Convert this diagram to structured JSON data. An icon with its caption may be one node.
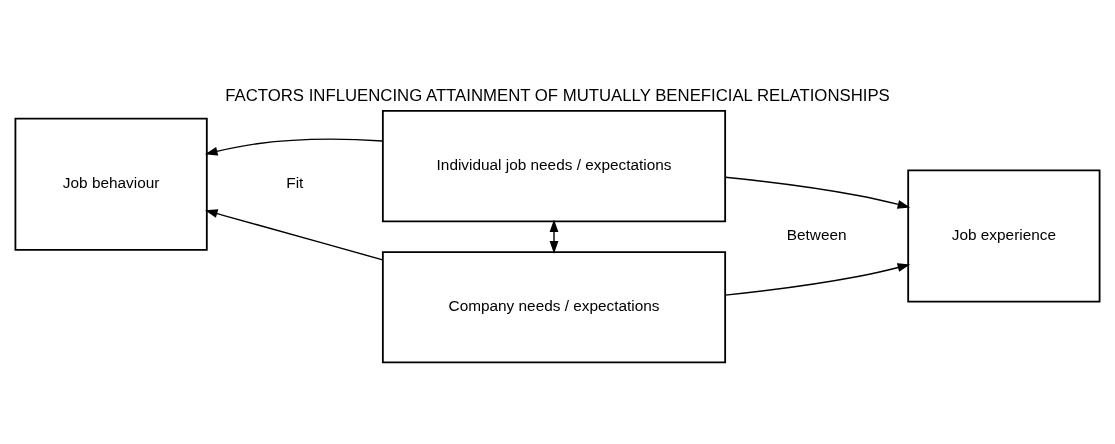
{
  "diagram": {
    "title": "FACTORS INFLUENCING ATTAINMENT OF MUTUALLY BENEFICIAL RELATIONSHIPS",
    "nodes": [
      {
        "text": [
          "Individual job needs / expectations"
        ]
      },
      {
        "text": [
          "Job behaviour"
        ]
      },
      {
        "text": [
          "Job experience"
        ]
      },
      {
        "text": [
          "Company needs / expectations"
        ]
      }
    ],
    "edges": [
      {
        "from": 0,
        "to": 1,
        "arrow": "to"
      },
      {
        "from": 0,
        "to": 2,
        "arrow": "to"
      },
      {
        "from": 0,
        "to": 3,
        "arrow": "both"
      },
      {
        "from": 3,
        "to": 1,
        "arrow": "to"
      },
      {
        "from": 3,
        "to": 2,
        "arrow": "to"
      }
    ],
    "labels": [
      "Fit",
      "Between"
    ]
  }
}
